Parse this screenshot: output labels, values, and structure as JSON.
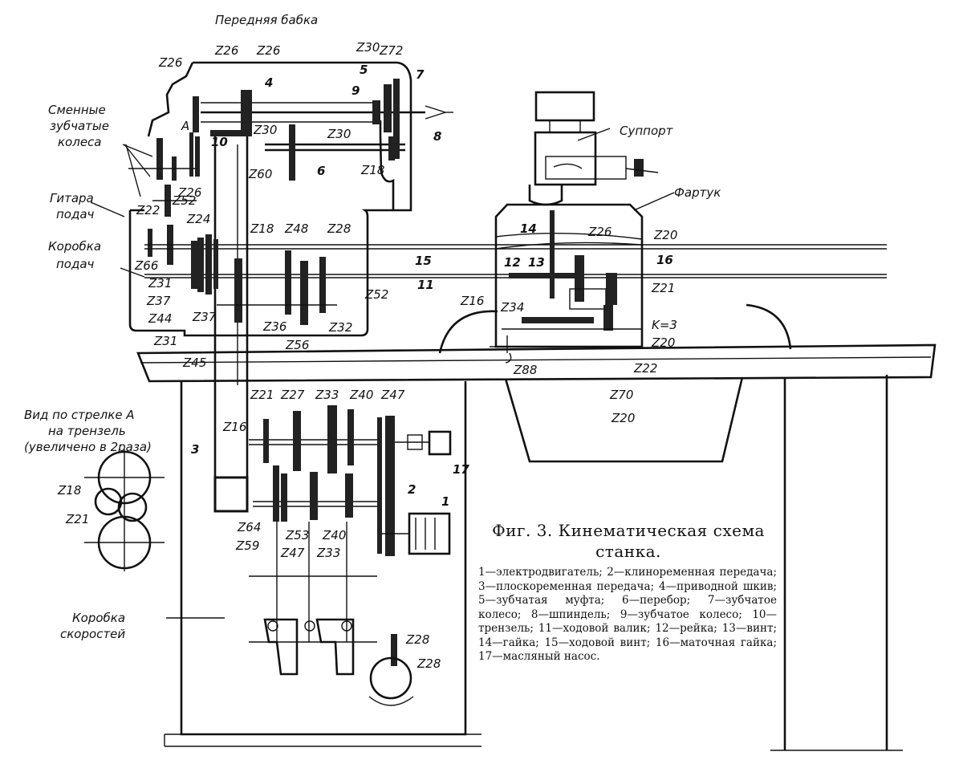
{
  "caption": {
    "title_line1": "Фиг. 3. Кинематическая схема",
    "title_line2": "станка.",
    "legend": "1—электродвигатель; 2—клиноременная передача; 3—плоскоременная передача; 4—приводной шкив; 5—зубчатая муфта; 6—перебор; 7—зубчатое колесо; 8—шпиндель; 9—зубчатое колесо; 10—трензель; 11—ходовой валик; 12—рейка; 13—винт; 14—гайка; 15—ходовой винт; 16—маточная гайка; 17—масляный насос."
  },
  "labels": {
    "headstock": "Передняя бабка",
    "change_gears_1": "Сменные",
    "change_gears_2": "зубчатые",
    "change_gears_3": "колеса",
    "guitar_1": "Гитара",
    "guitar_2": "подач",
    "feedbox_1": "Коробка",
    "feedbox_2": "подач",
    "support": "Суппорт",
    "apron": "Фартук",
    "view_1": "Вид по стрелке А",
    "view_2": "на трензель",
    "view_3": "(увеличено в 2раза)",
    "speedbox_1": "Коробка",
    "speedbox_2": "скоростей"
  },
  "gears": {
    "head": [
      "Z26",
      "Z26",
      "Z26",
      "Z30",
      "Z72",
      "Z30",
      "Z30",
      "Z60",
      "Z18",
      "Z26",
      "Z22"
    ],
    "feed": [
      "Z52",
      "Z24",
      "Z18",
      "Z48",
      "Z28",
      "Z66",
      "Z31",
      "Z37",
      "Z44",
      "Z37",
      "Z31",
      "Z45",
      "Z36",
      "Z56",
      "Z32",
      "Z52"
    ],
    "apron": [
      "Z26",
      "Z20",
      "Z21",
      "Z16",
      "Z34",
      "Z88",
      "K=3",
      "Z20",
      "Z22",
      "Z70",
      "Z20"
    ],
    "speed": [
      "Z21",
      "Z27",
      "Z33",
      "Z40",
      "Z47",
      "Z16",
      "Z64",
      "Z59",
      "Z53",
      "Z47",
      "Z40",
      "Z33",
      "Z28",
      "Z28"
    ],
    "tumbler": [
      "Z18",
      "Z21"
    ]
  },
  "numbers": [
    "1",
    "2",
    "3",
    "4",
    "5",
    "6",
    "7",
    "8",
    "9",
    "10",
    "11",
    "12",
    "13",
    "14",
    "15",
    "16",
    "17"
  ],
  "marker_a": "А"
}
